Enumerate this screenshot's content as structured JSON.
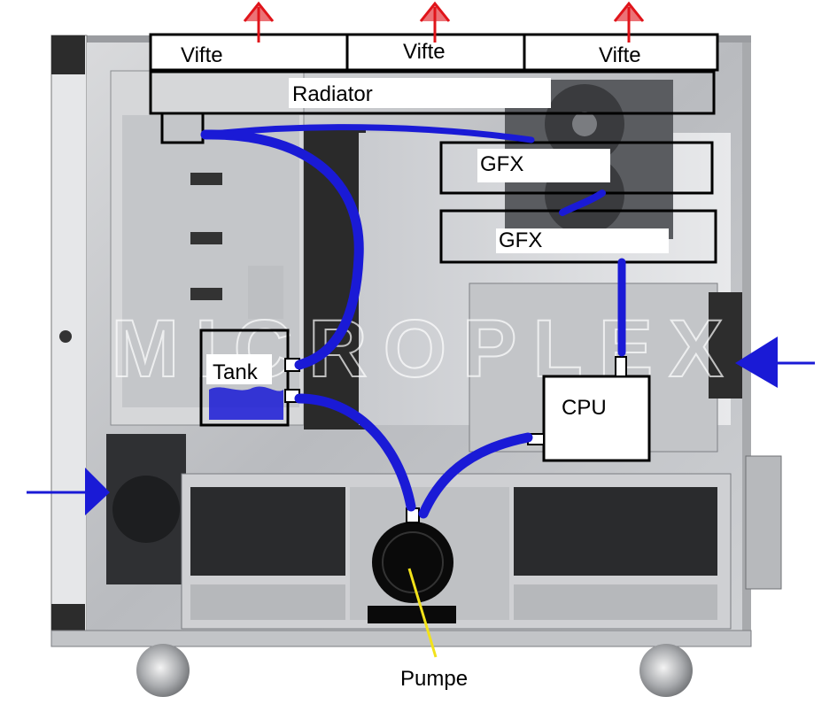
{
  "labels": {
    "fan_1": "Vifte",
    "fan_2": "Vifte",
    "fan_3": "Vifte",
    "radiator": "Radiator",
    "gfx_1": "GFX",
    "gfx_2": "GFX",
    "tank": "Tank",
    "cpu": "CPU",
    "pump": "Pumpe"
  },
  "watermark": "MICROPLEX",
  "colors": {
    "tube": "#1a1ad6",
    "inflow_arrow": "#1a1ad6",
    "exhaust_arrow": "#e0141a",
    "pump_pointer": "#f2e21a",
    "box_outline": "#000000"
  },
  "icons": {
    "airflow_in": "arrow-right-icon",
    "airflow_out": "arrow-up-icon"
  }
}
